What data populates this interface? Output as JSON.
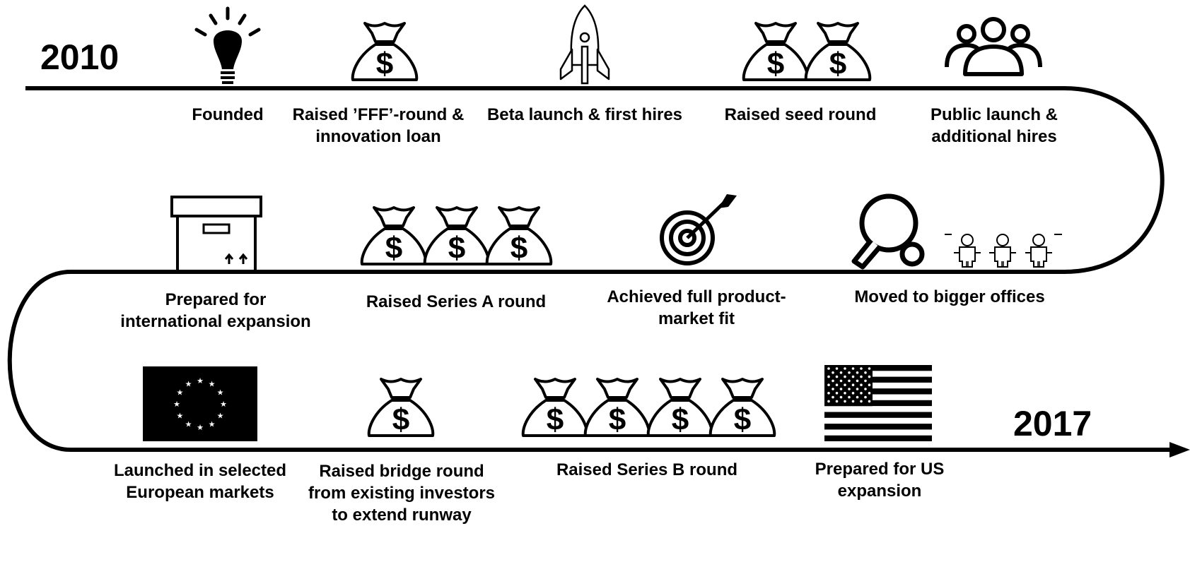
{
  "timeline": {
    "start_year": "2010",
    "end_year": "2017",
    "milestones": [
      {
        "label": "Founded",
        "icon": "lightbulb-icon"
      },
      {
        "label": "Raised ’FFF’-round &\ninnovation loan",
        "icon": "money-bag-icon"
      },
      {
        "label": "Beta launch & first hires",
        "icon": "rocket-icon"
      },
      {
        "label": "Raised seed round",
        "icon": "money-bag-icon",
        "count": 2
      },
      {
        "label": "Public launch &\nadditional hires",
        "icon": "people-group-icon"
      },
      {
        "label": "Prepared for\ninternational expansion",
        "icon": "shipping-box-icon"
      },
      {
        "label": "Raised Series A round",
        "icon": "money-bag-icon",
        "count": 3
      },
      {
        "label": "Achieved full product-\nmarket fit",
        "icon": "target-icon"
      },
      {
        "label": "Moved to bigger offices",
        "icon": "ping-pong-paddle-icon"
      },
      {
        "label": "Launched in selected\nEuropean markets",
        "icon": "eu-flag-icon"
      },
      {
        "label": "Raised bridge round\nfrom existing investors\nto extend runway",
        "icon": "money-bag-icon"
      },
      {
        "label": "Raised Series B round",
        "icon": "money-bag-icon",
        "count": 4
      },
      {
        "label": "Prepared for US\nexpansion",
        "icon": "us-flag-icon"
      }
    ]
  }
}
